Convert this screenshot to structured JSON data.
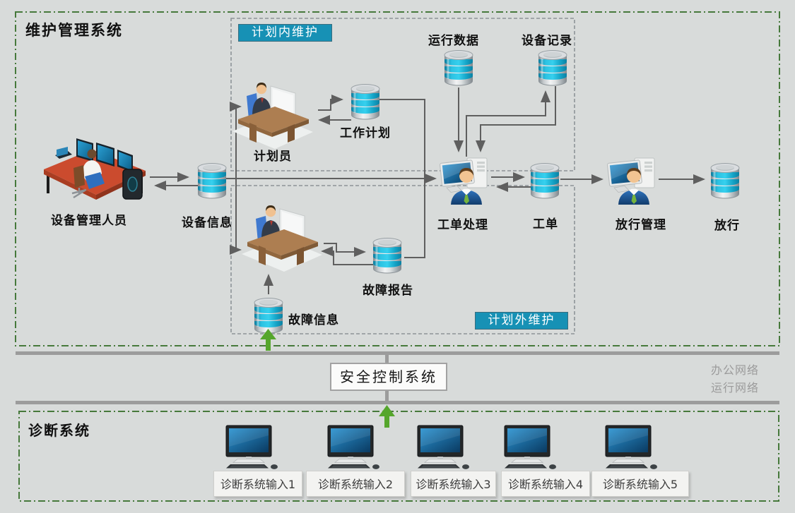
{
  "boxes": {
    "maintenance_system": {
      "title": "维护管理系统"
    },
    "planned_maintenance": {
      "label": "计划内维护"
    },
    "unplanned_maintenance": {
      "label": "计划外维护"
    },
    "diagnostic_system": {
      "title": "诊断系统"
    }
  },
  "safety_control": {
    "label": "安全控制系统"
  },
  "networks": {
    "office": "办公网络",
    "operation": "运行网络"
  },
  "nodes": {
    "device_manager": {
      "label": "设备管理人员",
      "icon": "operator-workstation"
    },
    "device_info": {
      "label": "设备信息",
      "icon": "database"
    },
    "planner": {
      "label": "计划员",
      "icon": "person-at-desk"
    },
    "repair_worker": {
      "icon": "person-at-desk"
    },
    "work_plan": {
      "label": "工作计划",
      "icon": "database"
    },
    "operation_data": {
      "label": "运行数据",
      "icon": "database"
    },
    "device_record": {
      "label": "设备记录",
      "icon": "database"
    },
    "work_order_processing": {
      "label": "工单处理",
      "icon": "person-computer"
    },
    "work_order": {
      "label": "工单",
      "icon": "database"
    },
    "release_management": {
      "label": "放行管理",
      "icon": "person-computer"
    },
    "release": {
      "label": "放行",
      "icon": "database"
    },
    "fault_report": {
      "label": "故障报告",
      "icon": "database"
    },
    "fault_info": {
      "label": "故障信息",
      "icon": "database"
    }
  },
  "diagnostic_inputs": [
    {
      "label": "诊断系统输入1"
    },
    {
      "label": "诊断系统输入2"
    },
    {
      "label": "诊断系统输入3"
    },
    {
      "label": "诊断系统输入4"
    },
    {
      "label": "诊断系统输入5"
    }
  ],
  "colors": {
    "background": "#d8dbda",
    "outer_border_green": "#46793b",
    "inner_border_gray": "#8e9398",
    "tag_teal": "#1791b5",
    "network_bar": "#9c9c9c",
    "connector_gray": "#5f5f5f",
    "flow_green": "#55a62c",
    "db_band_cyan": "#21b6d8",
    "desk_red": "#cb4b2e"
  }
}
